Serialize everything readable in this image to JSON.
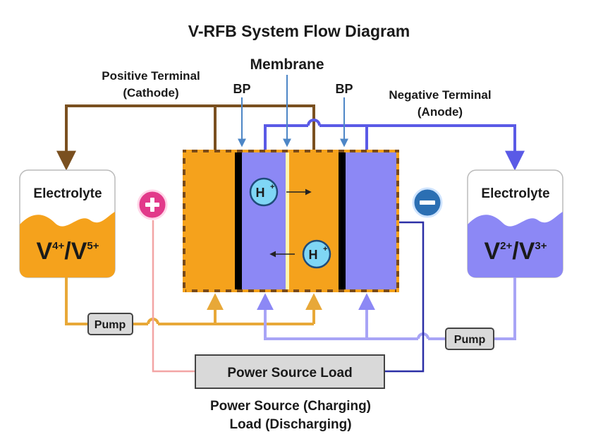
{
  "title": "V-RFB System Flow Diagram",
  "membrane_label": "Membrane",
  "bp_left_label": "BP",
  "bp_right_label": "BP",
  "positive_terminal": {
    "line1": "Positive Terminal",
    "line2": "(Cathode)"
  },
  "negative_terminal": {
    "line1": "Negative Terminal",
    "line2": "(Anode)"
  },
  "left_tank": {
    "label": "Electrolyte",
    "ion_a": "V",
    "ion_a_sup": "4+",
    "sep": "/",
    "ion_b": "V",
    "ion_b_sup": "5+"
  },
  "right_tank": {
    "label": "Electrolyte",
    "ion_a": "V",
    "ion_a_sup": "2+",
    "sep": "/",
    "ion_b": "V",
    "ion_b_sup": "3+"
  },
  "left_pump_label": "Pump",
  "right_pump_label": "Pump",
  "proton_top": {
    "symbol": "H",
    "sup": "+"
  },
  "proton_bottom": {
    "symbol": "H",
    "sup": "+"
  },
  "power_box_label": "Power Source Load",
  "caption": {
    "line1": "Power Source (Charging)",
    "line2": "Load (Discharging)"
  },
  "colors": {
    "orange": "#f5a21c",
    "purple": "#8c88f5",
    "brown": "#7a5020",
    "blue_line": "#5a5ae6",
    "light_purple_line": "#a8a4f6",
    "gold_line": "#e8a838",
    "pink_line": "#f3a5a5",
    "navy_line": "#2b2fa6",
    "arrow_blue": "#4d86c6",
    "plus_color": "#e23a8a",
    "minus_color": "#2b6fb3",
    "proton_fill": "#7fd6f5"
  }
}
